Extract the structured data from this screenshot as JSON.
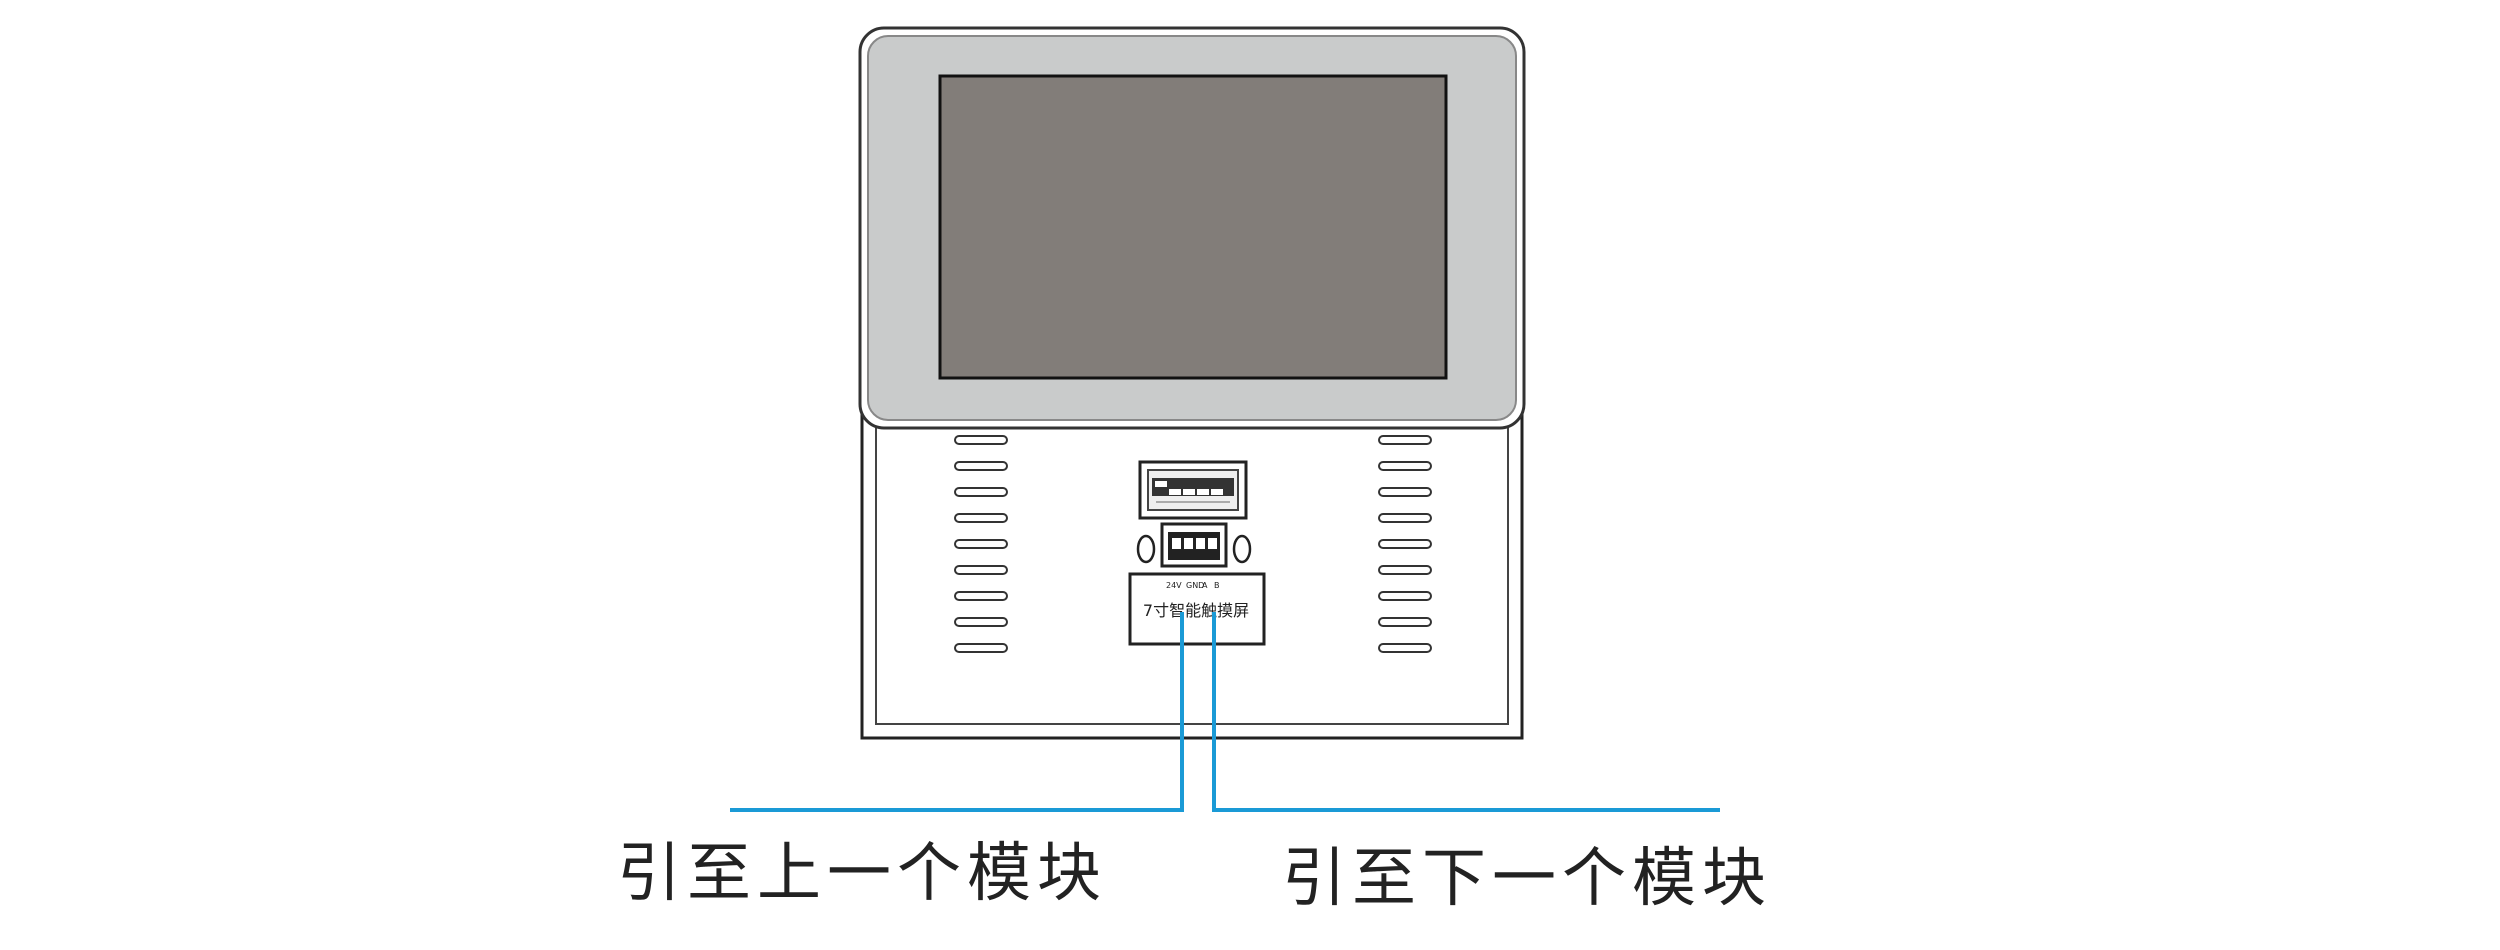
{
  "device": {
    "label": "7寸智能触摸屏",
    "terminals": [
      "24V",
      "GND",
      "A",
      "B"
    ]
  },
  "wires": {
    "left_label": "引至上一个模块",
    "right_label": "引至下一个模块"
  },
  "colors": {
    "screen": "#827d79",
    "bezel": "#c9cbcb",
    "body": "#ffffff",
    "outline": "#222222",
    "wire": "#1a9ad6"
  }
}
